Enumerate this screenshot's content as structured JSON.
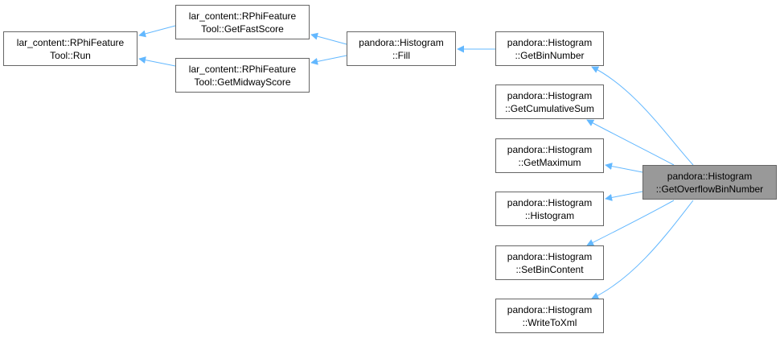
{
  "diagram": {
    "edge_color": "#63b8ff",
    "node_border_color": "#666666",
    "focus_fill_color": "#999999",
    "nodes": {
      "run": {
        "line1": "lar_content::RPhiFeature",
        "line2": "Tool::Run"
      },
      "fast": {
        "line1": "lar_content::RPhiFeature",
        "line2": "Tool::GetFastScore"
      },
      "mid": {
        "line1": "lar_content::RPhiFeature",
        "line2": "Tool::GetMidwayScore"
      },
      "fill": {
        "line1": "pandora::Histogram",
        "line2": "::Fill"
      },
      "bin": {
        "line1": "pandora::Histogram",
        "line2": "::GetBinNumber"
      },
      "cum": {
        "line1": "pandora::Histogram",
        "line2": "::GetCumulativeSum"
      },
      "max": {
        "line1": "pandora::Histogram",
        "line2": "::GetMaximum"
      },
      "hist": {
        "line1": "pandora::Histogram",
        "line2": "::Histogram"
      },
      "set": {
        "line1": "pandora::Histogram",
        "line2": "::SetBinContent"
      },
      "xml": {
        "line1": "pandora::Histogram",
        "line2": "::WriteToXml"
      },
      "ovf": {
        "line1": "pandora::Histogram",
        "line2": "::GetOverflowBinNumber"
      }
    },
    "edges": [
      {
        "from": "fast",
        "to": "run"
      },
      {
        "from": "mid",
        "to": "run"
      },
      {
        "from": "fill",
        "to": "fast"
      },
      {
        "from": "fill",
        "to": "mid"
      },
      {
        "from": "bin",
        "to": "fill"
      },
      {
        "from": "ovf",
        "to": "bin"
      },
      {
        "from": "ovf",
        "to": "cum"
      },
      {
        "from": "ovf",
        "to": "max"
      },
      {
        "from": "ovf",
        "to": "hist"
      },
      {
        "from": "ovf",
        "to": "set"
      },
      {
        "from": "ovf",
        "to": "xml"
      }
    ]
  }
}
